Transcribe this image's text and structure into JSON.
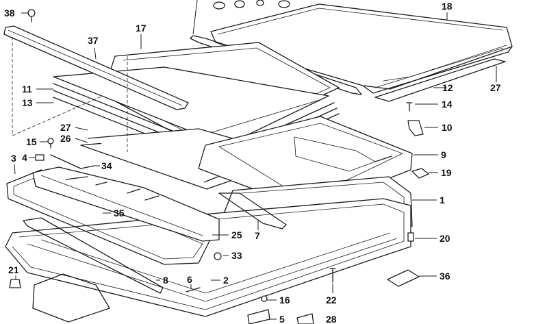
{
  "diagram": {
    "callouts": [
      {
        "id": "c1",
        "text": "1"
      },
      {
        "id": "c2",
        "text": "2"
      },
      {
        "id": "c3",
        "text": "3"
      },
      {
        "id": "c4",
        "text": "4"
      },
      {
        "id": "c5",
        "text": "5"
      },
      {
        "id": "c6",
        "text": "6"
      },
      {
        "id": "c7",
        "text": "7"
      },
      {
        "id": "c8",
        "text": "8"
      },
      {
        "id": "c9",
        "text": "9"
      },
      {
        "id": "c10",
        "text": "10"
      },
      {
        "id": "c11",
        "text": "11"
      },
      {
        "id": "c12",
        "text": "12"
      },
      {
        "id": "c13",
        "text": "13"
      },
      {
        "id": "c14",
        "text": "14"
      },
      {
        "id": "c15",
        "text": "15"
      },
      {
        "id": "c16",
        "text": "16"
      },
      {
        "id": "c17",
        "text": "17"
      },
      {
        "id": "c18",
        "text": "18"
      },
      {
        "id": "c19",
        "text": "19"
      },
      {
        "id": "c20",
        "text": "20"
      },
      {
        "id": "c21",
        "text": "21"
      },
      {
        "id": "c22",
        "text": "22"
      },
      {
        "id": "c25",
        "text": "25"
      },
      {
        "id": "c26",
        "text": "26"
      },
      {
        "id": "c27a",
        "text": "27"
      },
      {
        "id": "c27b",
        "text": "27"
      },
      {
        "id": "c28",
        "text": "28"
      },
      {
        "id": "c33",
        "text": "33"
      },
      {
        "id": "c34",
        "text": "34"
      },
      {
        "id": "c35",
        "text": "35"
      },
      {
        "id": "c36",
        "text": "36"
      },
      {
        "id": "c37",
        "text": "37"
      },
      {
        "id": "c38",
        "text": "38"
      }
    ]
  }
}
